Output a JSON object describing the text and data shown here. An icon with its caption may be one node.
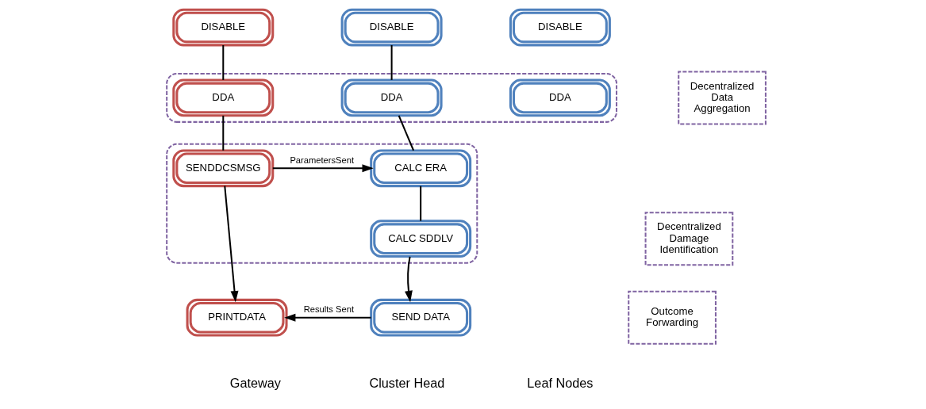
{
  "diagram": {
    "nodes": [
      {
        "text": [
          "DISABLE"
        ]
      },
      {
        "text": [
          "DISABLE"
        ]
      },
      {
        "text": [
          "DISABLE"
        ]
      },
      {
        "text": [],
        "shape": "box"
      },
      {
        "text": [
          "DDA"
        ],
        "in": 3
      },
      {
        "text": [
          "DDA"
        ],
        "in": 3
      },
      {
        "text": [
          "DDA"
        ],
        "in": 3
      },
      {
        "text": [
          "Decentralized Data Aggregation"
        ]
      },
      {
        "text": [],
        "shape": "box"
      },
      {
        "text": [
          "SENDDCSMSG"
        ],
        "in": 8
      },
      {
        "text": [
          "CALC ERA"
        ],
        "in": 8
      },
      {
        "text": [
          "CALC SDDLV"
        ],
        "in": 8
      },
      {
        "text": [
          "Decentralized Damage Identification"
        ]
      },
      {
        "text": [
          "PRINTDATA"
        ]
      },
      {
        "text": [
          "SEND DATA"
        ]
      },
      {
        "text": [
          "Outcome Forwarding"
        ]
      }
    ],
    "edges": [
      {
        "from": 0,
        "to": 4,
        "arrow": "none"
      },
      {
        "from": 1,
        "to": 5,
        "arrow": "none"
      },
      {
        "from": 4,
        "to": 9,
        "arrow": "none"
      },
      {
        "from": 5,
        "to": 10,
        "arrow": "none"
      },
      {
        "from": 9,
        "to": 10,
        "arrow": "to",
        "label": "ParametersSent"
      },
      {
        "from": 10,
        "to": 11,
        "arrow": "none"
      },
      {
        "from": 9,
        "to": 13,
        "arrow": "to"
      },
      {
        "from": 11,
        "to": 14,
        "arrow": "to"
      },
      {
        "from": 14,
        "to": 13,
        "arrow": "to",
        "label": "Results Sent"
      }
    ],
    "labels": [
      "Gateway",
      "Cluster Head",
      "Leaf Nodes"
    ]
  }
}
